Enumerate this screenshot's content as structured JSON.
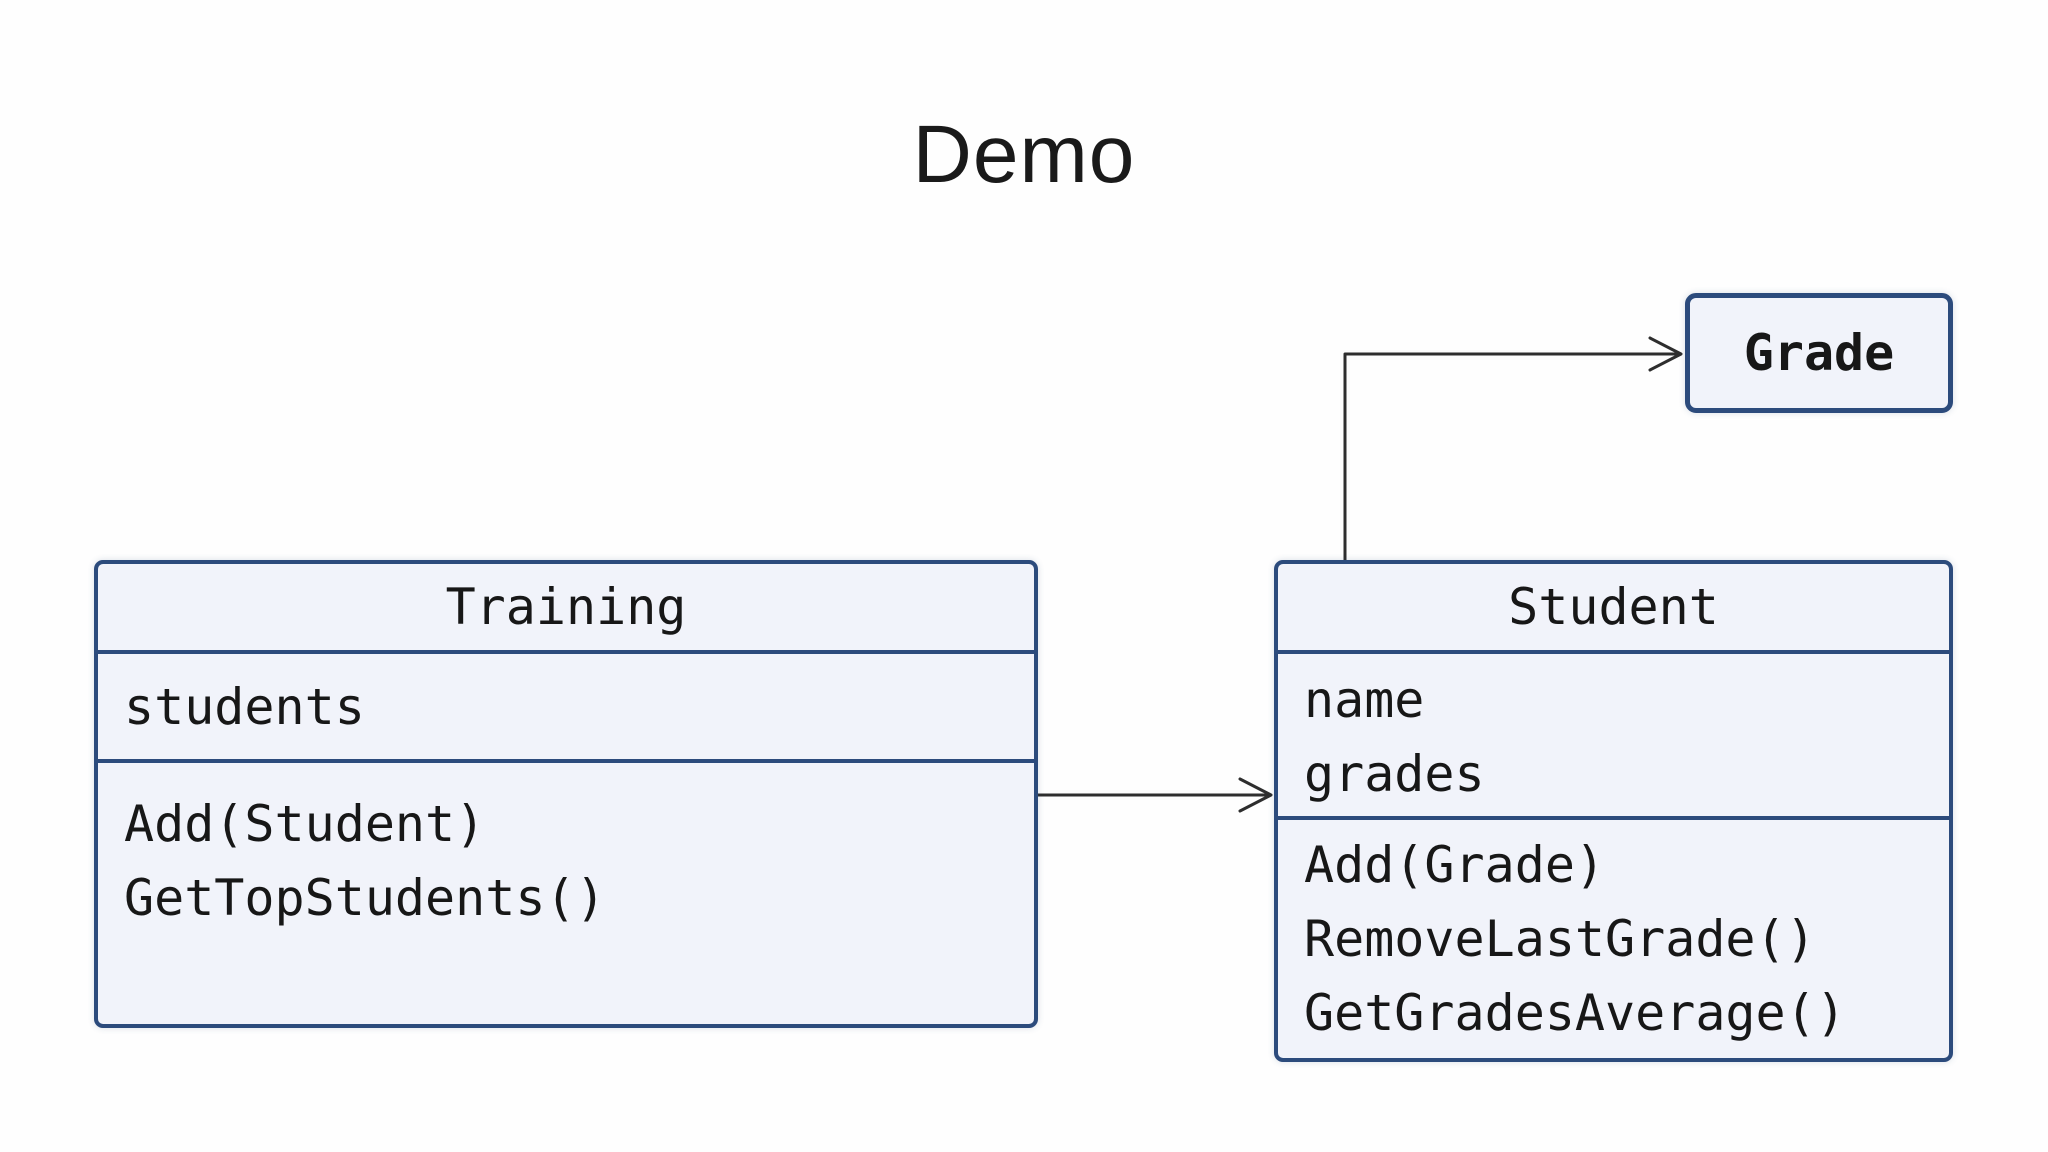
{
  "diagram": {
    "title": "Demo",
    "classes": [
      {
        "id": "training",
        "name": "Training",
        "attributes": [
          "students"
        ],
        "methods": [
          "Add(Student)",
          "GetTopStudents()"
        ]
      },
      {
        "id": "student",
        "name": "Student",
        "attributes": [
          "name",
          "grades"
        ],
        "methods": [
          "Add(Grade)",
          "RemoveLastGrade()",
          "GetGradesAverage()"
        ]
      },
      {
        "id": "grade",
        "name": "Grade",
        "attributes": [],
        "methods": []
      }
    ],
    "relationships": [
      {
        "from": "Training",
        "to": "Student",
        "type": "directed-association"
      },
      {
        "from": "Student",
        "to": "Grade",
        "type": "directed-association"
      }
    ],
    "colors": {
      "box_border": "#2c4b7c",
      "box_fill": "#f1f3fa",
      "arrow": "#2e2e2e",
      "text": "#171717",
      "title_text": "#1a1a1a",
      "background": "#fefefe"
    }
  }
}
